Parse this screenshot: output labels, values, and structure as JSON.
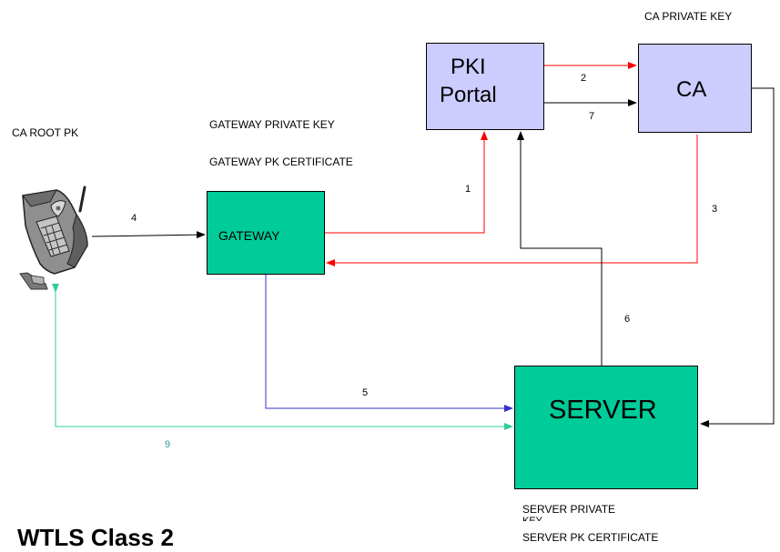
{
  "labels": {
    "ca_private_key": "CA PRIVATE KEY",
    "ca_root_pk": "CA ROOT PK",
    "gateway_private_key": "GATEWAY PRIVATE KEY",
    "gateway_pk_certificate": "GATEWAY PK CERTIFICATE",
    "server_private_key": "SERVER PRIVATE",
    "server_private_key_overflow": "KEY",
    "server_pk_certificate": "SERVER PK CERTIFICATE",
    "title": "WTLS Class 2"
  },
  "nodes": {
    "pki_portal": {
      "line1": "PKI",
      "line2": "Portal"
    },
    "ca": "CA",
    "gateway": "GATEWAY",
    "server": "SERVER"
  },
  "arrows": [
    "1",
    "2",
    "3",
    "4",
    "5",
    "6",
    "7",
    "9"
  ],
  "colors": {
    "box_purple": "#ccccff",
    "box_green": "#00cc99",
    "arrow_red": "#ff0000",
    "arrow_black": "#000000",
    "arrow_blue": "#3333cc",
    "arrow_teal": "#33cc99",
    "label_teal": "#339999"
  }
}
